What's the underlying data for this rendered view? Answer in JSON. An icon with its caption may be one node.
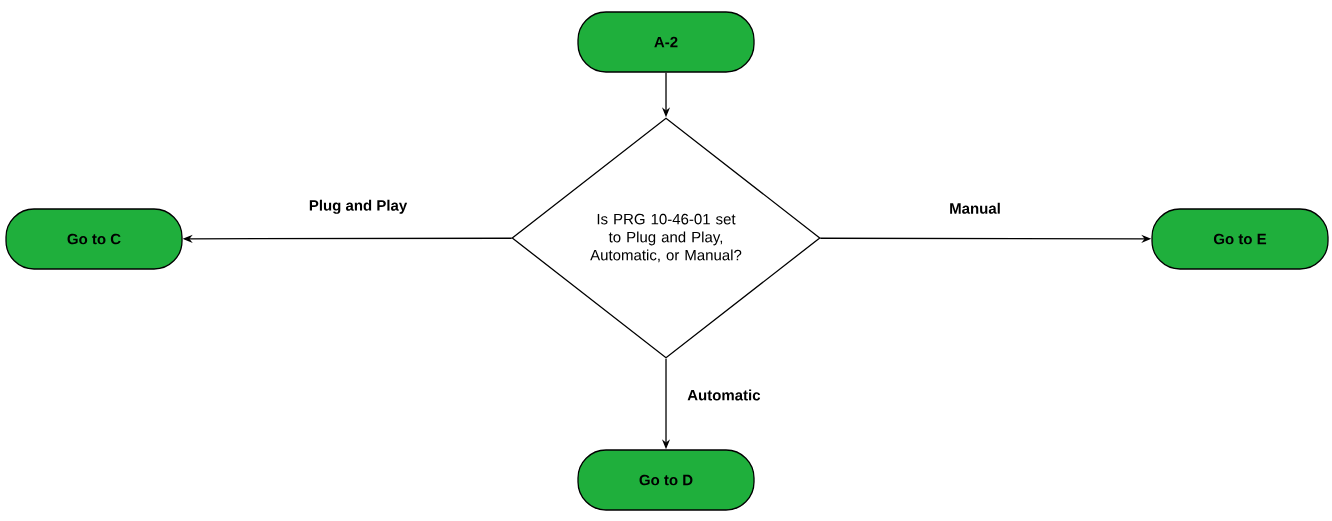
{
  "diagram": {
    "nodes": [
      {
        "text": [
          "A-2"
        ]
      },
      {
        "text": [
          "Is PRG 10-46-01 set to Plug and Play, Automatic, or Manual?"
        ]
      },
      {
        "text": [
          "Go to C"
        ]
      },
      {
        "text": [
          "Go to E"
        ]
      },
      {
        "text": [
          "Go to D"
        ]
      }
    ],
    "edges": [
      {
        "from": 0,
        "to": 1,
        "arrow": "to"
      },
      {
        "from": 1,
        "to": 2,
        "arrow": "to",
        "label": "Plug and Play"
      },
      {
        "from": 1,
        "to": 3,
        "arrow": "to",
        "label": "Manual"
      },
      {
        "from": 1,
        "to": 4,
        "arrow": "to",
        "label": "Automatic"
      }
    ]
  }
}
